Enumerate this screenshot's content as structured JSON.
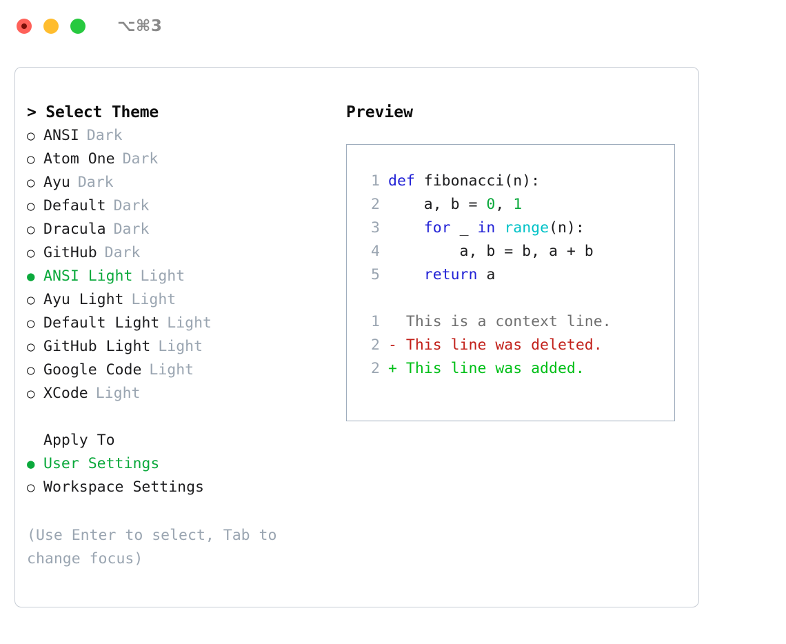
{
  "titlebar": {
    "shortcut": "⌥⌘3",
    "lights": [
      {
        "name": "close",
        "color": "#ff6159"
      },
      {
        "name": "minimize",
        "color": "#ffbd2e"
      },
      {
        "name": "maximize",
        "color": "#27c93f"
      }
    ]
  },
  "colors": {
    "accent_green": "#0ba93c",
    "muted": "#9aa5b1",
    "keyword_blue": "#2323d6",
    "number_green": "#0ba93c",
    "builtin_cyan": "#00c2c7",
    "diff_add": "#00bf17",
    "diff_del": "#c2201a",
    "diff_ctx": "#6f6f6f",
    "panel_border": "#9fadbd",
    "card_border": "#c6ccd4"
  },
  "theme_picker": {
    "heading": "> Select Theme",
    "marker_selected": "●",
    "marker_unselected": "○",
    "items": [
      {
        "label": "ANSI",
        "suffix": "Dark",
        "selected": false
      },
      {
        "label": "Atom One",
        "suffix": "Dark",
        "selected": false
      },
      {
        "label": "Ayu",
        "suffix": "Dark",
        "selected": false
      },
      {
        "label": "Default",
        "suffix": "Dark",
        "selected": false
      },
      {
        "label": "Dracula",
        "suffix": "Dark",
        "selected": false
      },
      {
        "label": "GitHub",
        "suffix": "Dark",
        "selected": false
      },
      {
        "label": "ANSI Light",
        "suffix": "Light",
        "selected": true
      },
      {
        "label": "Ayu Light",
        "suffix": "Light",
        "selected": false
      },
      {
        "label": "Default Light",
        "suffix": "Light",
        "selected": false
      },
      {
        "label": "GitHub Light",
        "suffix": "Light",
        "selected": false
      },
      {
        "label": "Google Code",
        "suffix": "Light",
        "selected": false
      },
      {
        "label": "XCode",
        "suffix": "Light",
        "selected": false
      }
    ]
  },
  "apply_to": {
    "heading": "Apply To",
    "items": [
      {
        "label": "User Settings",
        "selected": true
      },
      {
        "label": "Workspace Settings",
        "selected": false
      }
    ]
  },
  "hint": "(Use Enter to select, Tab to change focus)",
  "preview": {
    "heading": "Preview",
    "code_lines": [
      {
        "number": "1",
        "tokens": [
          {
            "text": "def",
            "type": "kw"
          },
          {
            "text": " fibonacci(n):",
            "type": "plain"
          }
        ]
      },
      {
        "number": "2",
        "tokens": [
          {
            "text": "    a, b = ",
            "type": "plain"
          },
          {
            "text": "0",
            "type": "num"
          },
          {
            "text": ", ",
            "type": "plain"
          },
          {
            "text": "1",
            "type": "num"
          }
        ]
      },
      {
        "number": "3",
        "tokens": [
          {
            "text": "    ",
            "type": "plain"
          },
          {
            "text": "for",
            "type": "kw"
          },
          {
            "text": " _ ",
            "type": "plain"
          },
          {
            "text": "in",
            "type": "kw"
          },
          {
            "text": " ",
            "type": "plain"
          },
          {
            "text": "range",
            "type": "fn"
          },
          {
            "text": "(n):",
            "type": "plain"
          }
        ]
      },
      {
        "number": "4",
        "tokens": [
          {
            "text": "        a, b = b, a + b",
            "type": "plain"
          }
        ]
      },
      {
        "number": "5",
        "tokens": [
          {
            "text": "    ",
            "type": "plain"
          },
          {
            "text": "return",
            "type": "kw"
          },
          {
            "text": " a",
            "type": "plain"
          }
        ]
      }
    ],
    "diff_lines": [
      {
        "number": "1",
        "text": "  This is a context line.",
        "kind": "ctx"
      },
      {
        "number": "2",
        "text": "- This line was deleted.",
        "kind": "del"
      },
      {
        "number": "2",
        "text": "+ This line was added.",
        "kind": "add"
      }
    ]
  }
}
